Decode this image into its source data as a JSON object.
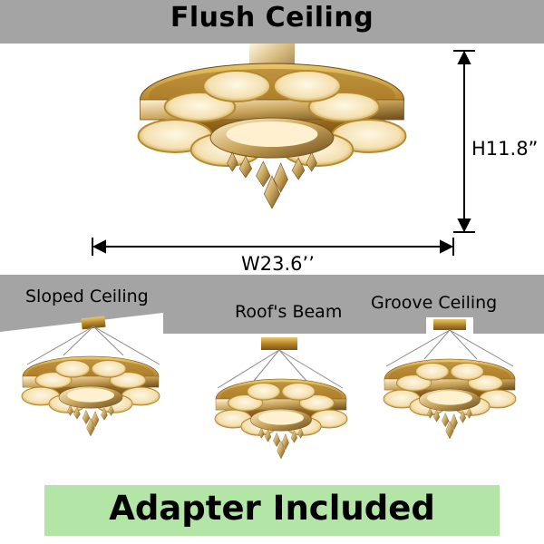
{
  "header": {
    "title": "Flush Ceiling"
  },
  "dimensions": {
    "height": "H11.8”",
    "width": "W23.6’’"
  },
  "installation_types": {
    "sloped": "Sloped Ceiling",
    "beam": "Roof's Beam",
    "groove": "Groove Ceiling"
  },
  "banner": {
    "text": "Adapter Included"
  },
  "colors": {
    "ceiling_gray": "#a4a4a4",
    "banner_green": "#b3e5a6",
    "gold": "#c9a13a",
    "glow": "#fff4dc"
  }
}
